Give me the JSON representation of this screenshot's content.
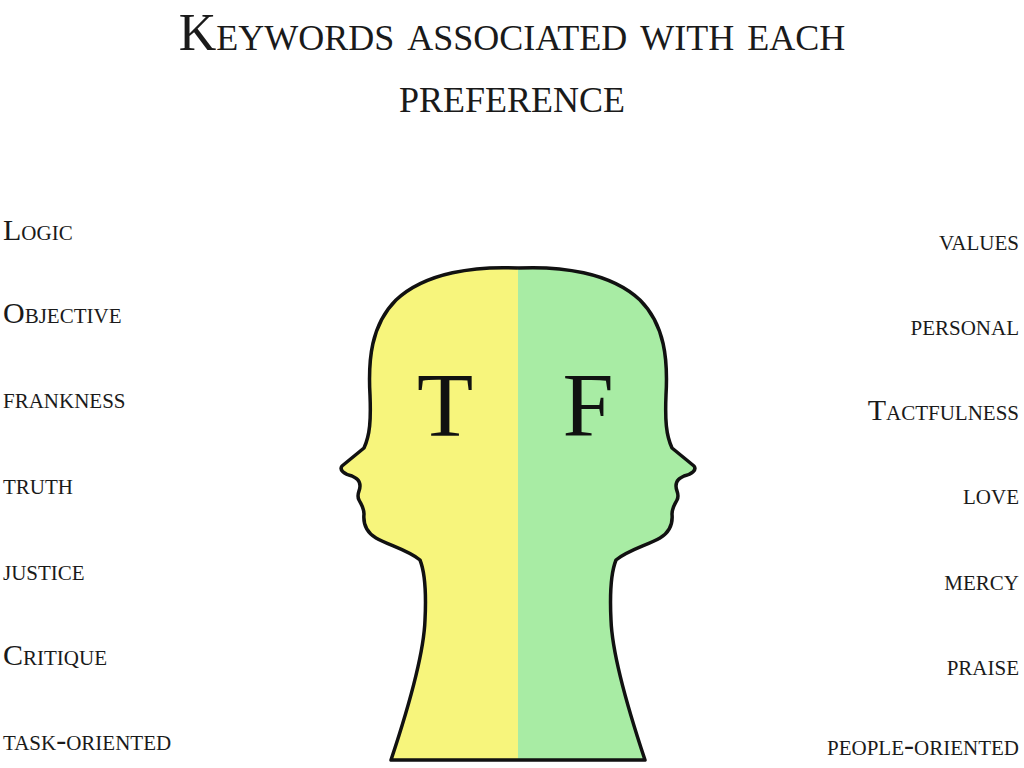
{
  "diagram": {
    "title": "Keywords associated with each preference",
    "nodes": [
      {
        "text": [
          "T"
        ]
      },
      {
        "text": [
          "F"
        ]
      }
    ],
    "labels": [
      "Logic",
      "Objective",
      "frankness",
      "truth",
      "justice",
      "Critique",
      "task-oriented",
      "values",
      "personal",
      "Tactfulness",
      "love",
      "mercy",
      "praise",
      "people-oriented"
    ]
  }
}
